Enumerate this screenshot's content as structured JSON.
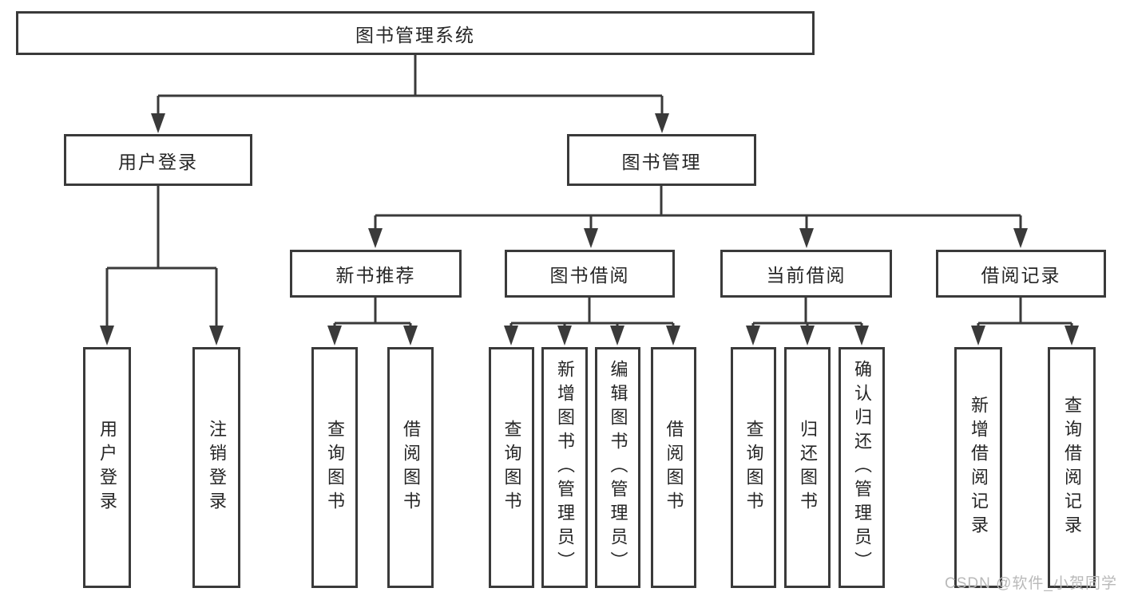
{
  "diagram": {
    "title": "图书管理系统",
    "type": "tree",
    "nodes": {
      "root": {
        "label": "图书管理系统"
      },
      "user_login": {
        "label": "用户登录"
      },
      "book_mgmt": {
        "label": "图书管理"
      },
      "new_book_rec": {
        "label": "新书推荐"
      },
      "book_borrow": {
        "label": "图书借阅"
      },
      "current_borrow": {
        "label": "当前借阅"
      },
      "borrow_record": {
        "label": "借阅记录"
      },
      "leaf_user_login": {
        "label": "用户登录"
      },
      "leaf_logout": {
        "label": "注销登录"
      },
      "leaf_rec_query": {
        "label": "查询图书"
      },
      "leaf_rec_borrow": {
        "label": "借阅图书"
      },
      "leaf_bb_query": {
        "label": "查询图书"
      },
      "leaf_bb_add": {
        "label": "新增图书（管理员）"
      },
      "leaf_bb_edit": {
        "label": "编辑图书（管理员）"
      },
      "leaf_bb_borrow": {
        "label": "借阅图书"
      },
      "leaf_cb_query": {
        "label": "查询图书"
      },
      "leaf_cb_return": {
        "label": "归还图书"
      },
      "leaf_cb_confirm": {
        "label": "确认归还（管理员）"
      },
      "leaf_br_add": {
        "label": "新增借阅记录"
      },
      "leaf_br_query": {
        "label": "查询借阅记录"
      }
    },
    "hierarchy": {
      "图书管理系统": {
        "用户登录": [
          "用户登录",
          "注销登录"
        ],
        "图书管理": {
          "新书推荐": [
            "查询图书",
            "借阅图书"
          ],
          "图书借阅": [
            "查询图书",
            "新增图书（管理员）",
            "编辑图书（管理员）",
            "借阅图书"
          ],
          "当前借阅": [
            "查询图书",
            "归还图书",
            "确认归还（管理员）"
          ],
          "借阅记录": [
            "新增借阅记录",
            "查询借阅记录"
          ]
        }
      }
    }
  },
  "watermark": {
    "text": "CSDN @软件_小贺同学",
    "color": "#b9b9b9"
  },
  "colors": {
    "line": "#3a3a3a",
    "text": "#262626",
    "background": "#ffffff"
  }
}
